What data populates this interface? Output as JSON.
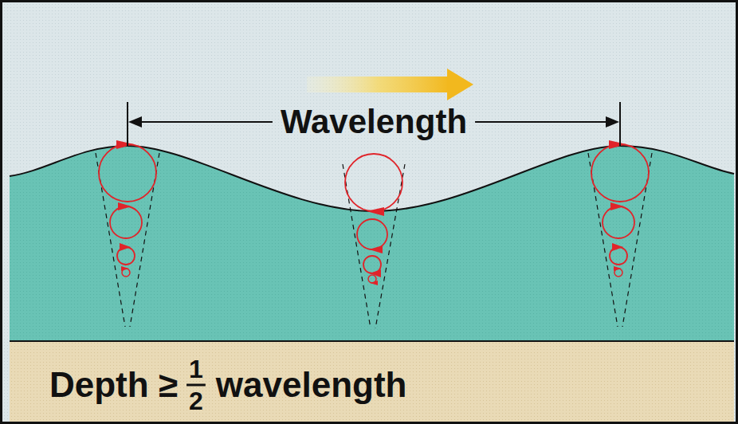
{
  "diagram": {
    "labels": [
      "Wavelength",
      "Depth ≥",
      "1",
      "2",
      "wavelength"
    ]
  }
}
